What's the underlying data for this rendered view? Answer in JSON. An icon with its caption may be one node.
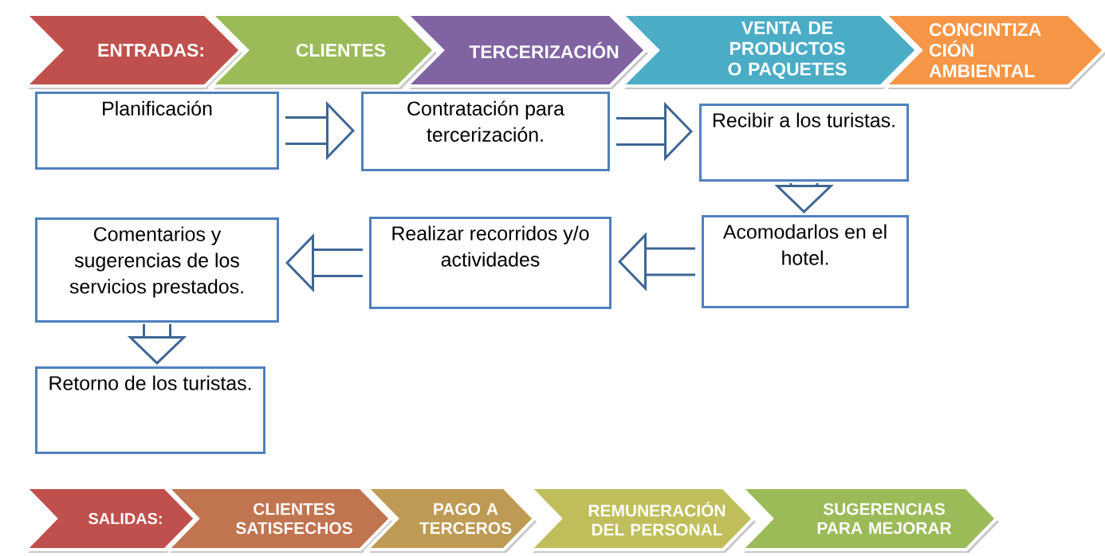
{
  "diagram": {
    "nodes": [
      {
        "text": [
          "ENTRADAS:"
        ]
      },
      {
        "text": [
          "CLIENTES"
        ]
      },
      {
        "text": [
          "TERCERIZACIÓN"
        ]
      },
      {
        "text": [
          "VENTA DE PRODUCTOS O PAQUETES"
        ]
      },
      {
        "text": [
          "CONCINTIZA CIÓN AMBIENTAL"
        ]
      },
      {
        "text": [
          "Planificación"
        ]
      },
      {
        "text": [
          "Contratación para tercerización."
        ]
      },
      {
        "text": [
          "Recibir a los turistas."
        ]
      },
      {
        "text": [
          "Acomodarlos en el hotel."
        ]
      },
      {
        "text": [
          "Realizar recorridos y/o actividades"
        ]
      },
      {
        "text": [
          "Comentarios y sugerencias de los servicios prestados."
        ]
      },
      {
        "text": [
          "Retorno de los turistas."
        ]
      },
      {
        "text": [
          "SALIDAS:"
        ]
      },
      {
        "text": [
          "CLIENTES SATISFECHOS"
        ]
      },
      {
        "text": [
          "PAGO A TERCEROS"
        ]
      },
      {
        "text": [
          "REMUNERACIÓN DEL PERSONAL"
        ]
      },
      {
        "text": [
          "SUGERENCIAS PARA MEJORAR"
        ]
      }
    ],
    "edges": [
      {
        "from": 5,
        "to": 6,
        "arrow": "to"
      },
      {
        "from": 6,
        "to": 7,
        "arrow": "to"
      },
      {
        "from": 7,
        "to": 8,
        "arrow": "to"
      },
      {
        "from": 8,
        "to": 9,
        "arrow": "to"
      },
      {
        "from": 9,
        "to": 10,
        "arrow": "to"
      },
      {
        "from": 10,
        "to": 11,
        "arrow": "to"
      }
    ]
  }
}
